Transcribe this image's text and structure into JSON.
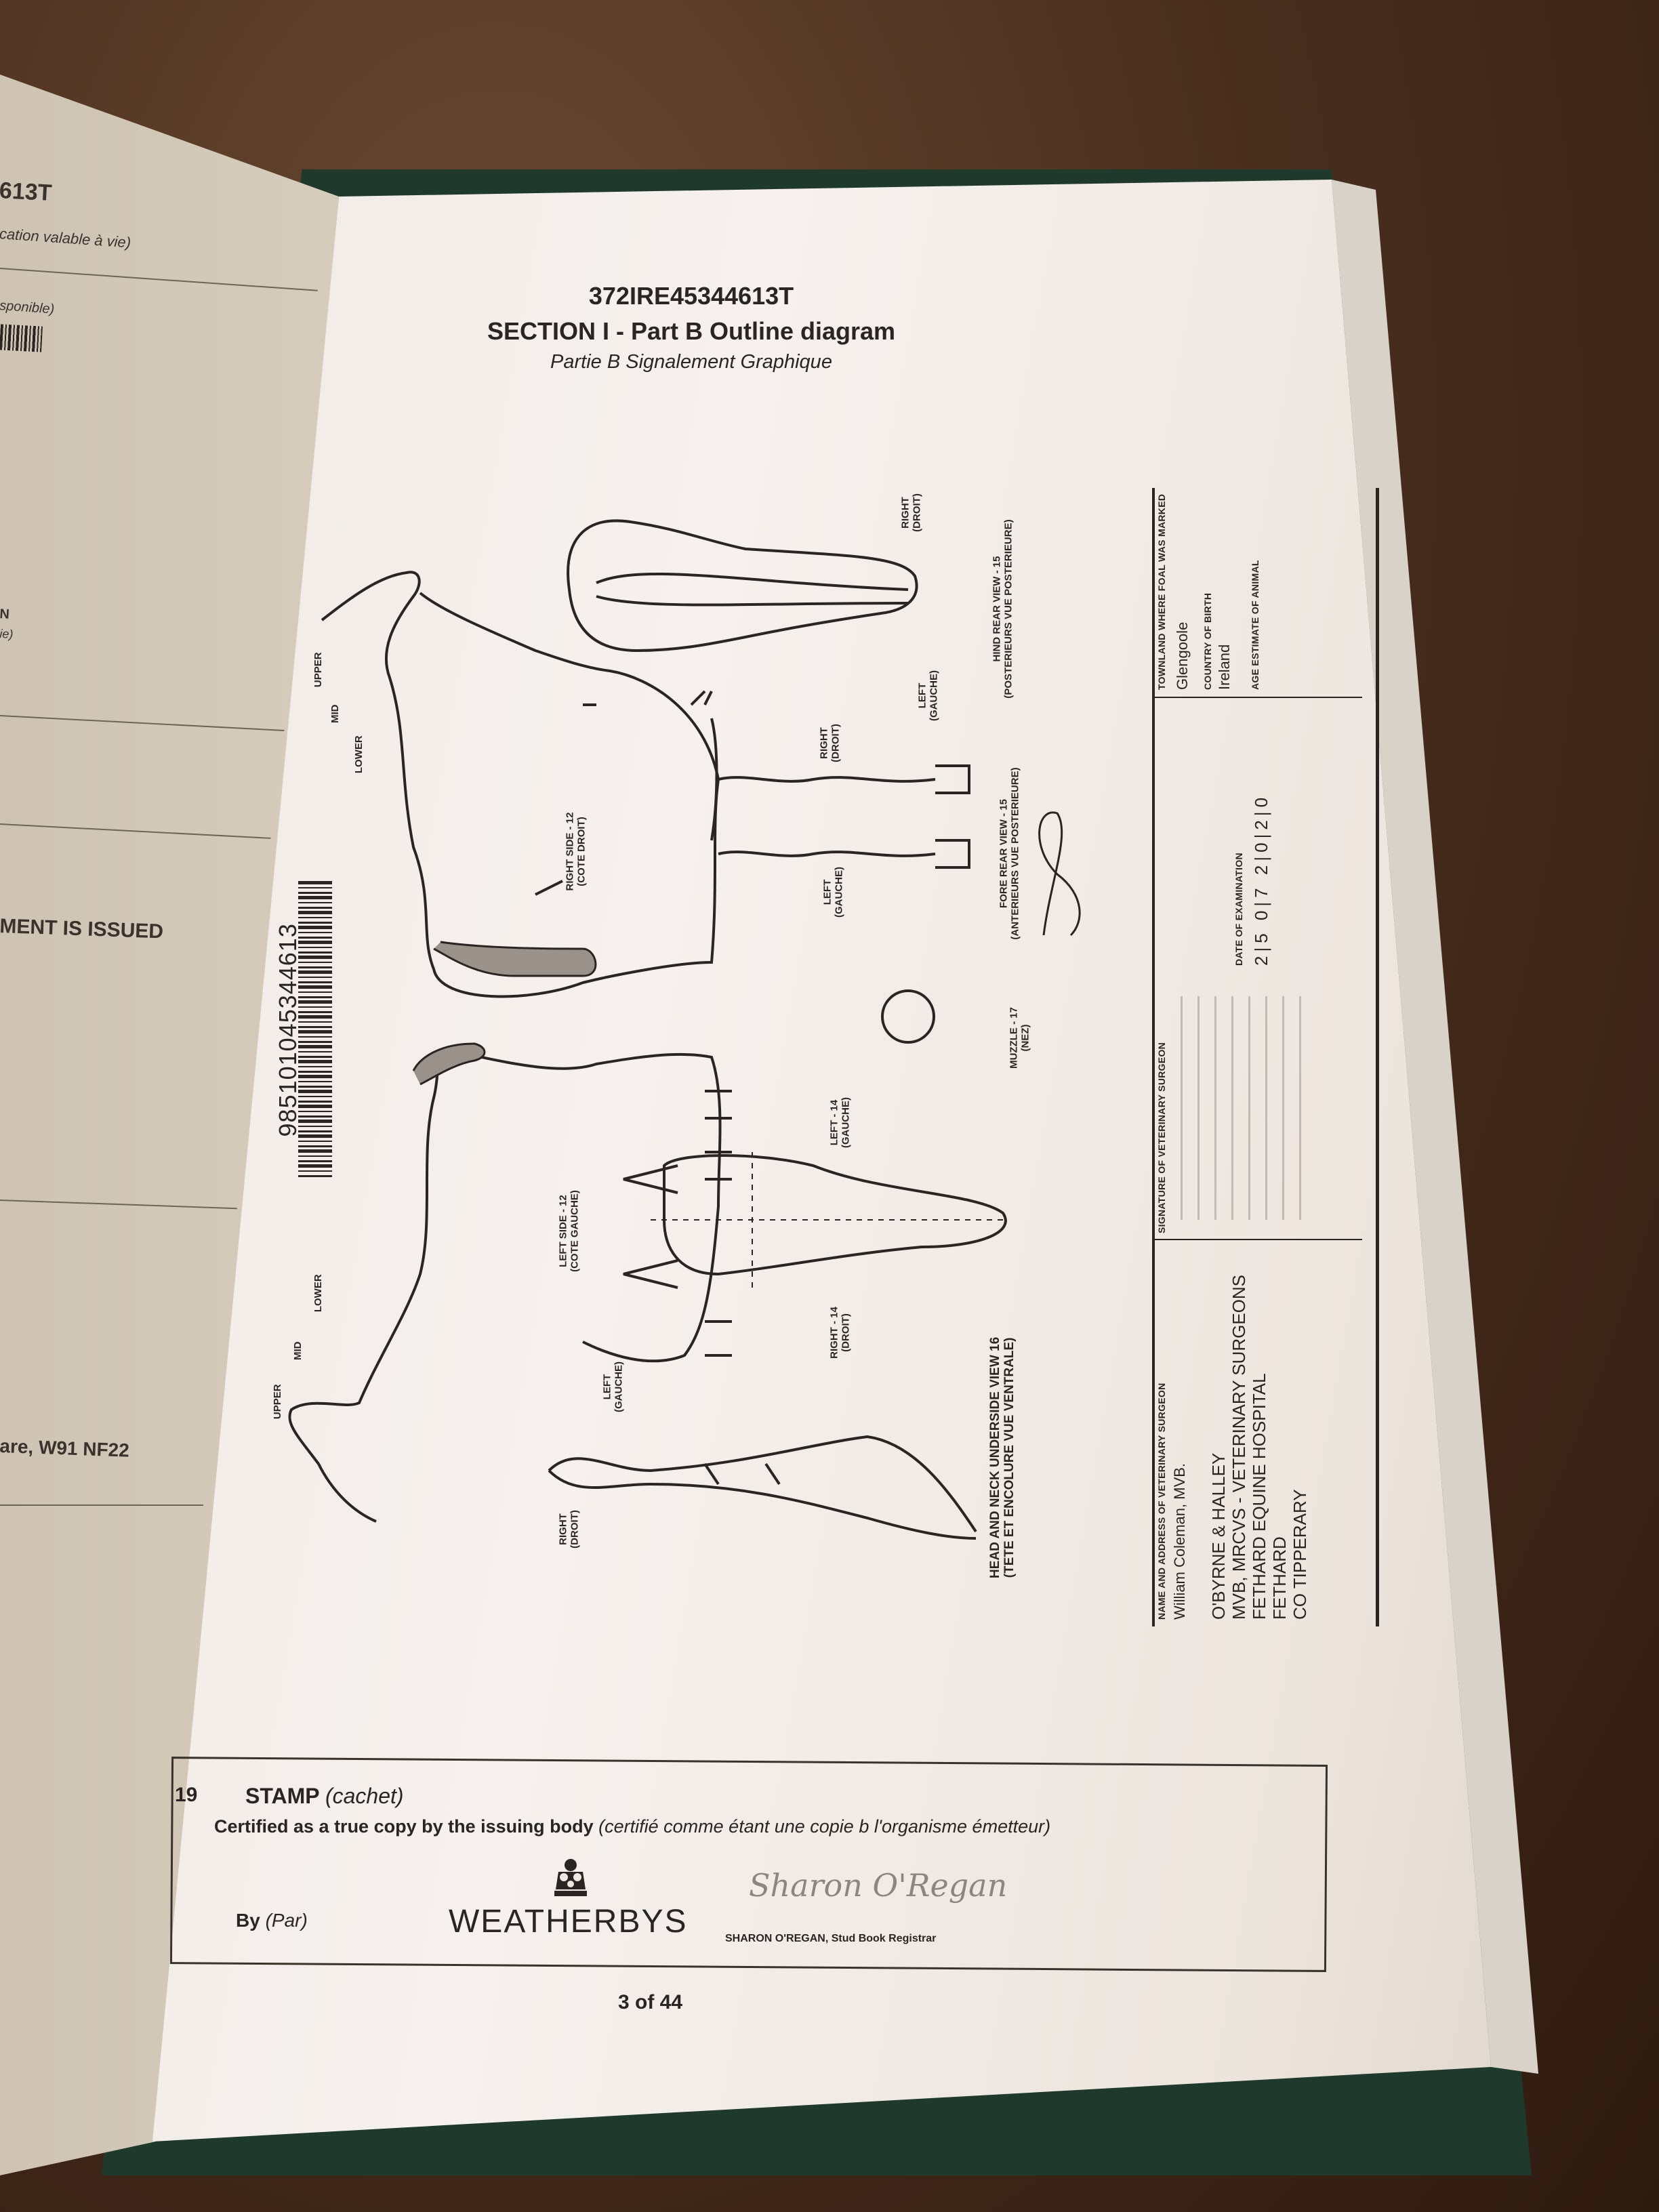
{
  "left_page": {
    "id_fragment": "613T",
    "line2": "cation valable à vie)",
    "line3": "sponible)",
    "line4a": "N",
    "line4b": "ie)",
    "issued": "MENT IS ISSUED",
    "address": "are, W91 NF22"
  },
  "header": {
    "ueln": "372IRE45344613T",
    "title": "SECTION I - Part B Outline diagram",
    "subtitle": "Partie B Signalement Graphique"
  },
  "barcode": {
    "number": "985101045344613"
  },
  "diagram_labels": {
    "upper_r": "UPPER",
    "mid_r": "MID",
    "lower_r": "LOWER",
    "upper_l": "UPPER",
    "mid_l": "MID",
    "lower_l": "LOWER",
    "right_side": "RIGHT SIDE - 12\n(COTE DROIT)",
    "left_side": "LEFT SIDE - 12\n(COTE GAUCHE)",
    "hind_right": "RIGHT\n(DROIT)",
    "hind_left": "LEFT\n(GAUCHE)",
    "hind_rear_view": "HIND REAR VIEW - 15\n(POSTERIEURS VUE POSTERIEURE)",
    "fore_right": "RIGHT\n(DROIT)",
    "fore_left": "LEFT\n(GAUCHE)",
    "fore_rear_view": "FORE REAR VIEW - 15\n(ANTERIEURS VUE POSTERIEURE)",
    "muzzle": "MUZZLE - 17\n(NEZ)",
    "head_left": "LEFT - 14\n(GAUCHE)",
    "head_right": "RIGHT - 14\n(DROIT)",
    "neck_left": "LEFT\n(GAUCHE)",
    "neck_right": "RIGHT\n(DROIT)",
    "head_neck_view": "HEAD AND NECK UNDERSIDE VIEW 16\n(TETE ET ENCOLURE VUE VENTRALE)"
  },
  "vet": {
    "name_label": "NAME AND ADDRESS OF VETERINARY SURGEON",
    "name": "William Coleman, MVB.",
    "address_lines": [
      "O'BYRNE & HALLEY",
      "MVB, MRCVS - VETERINARY SURGEONS",
      "FETHARD EQUINE HOSPITAL",
      "FETHARD",
      "CO TIPPERARY"
    ],
    "signature_label": "SIGNATURE OF VETERINARY SURGEON",
    "date_label": "DATE OF EXAMINATION",
    "date_digits": [
      "2",
      "5",
      "0",
      "7",
      "2",
      "0",
      "2",
      "0"
    ],
    "townland_label": "TOWNLAND WHERE FOAL WAS MARKED",
    "townland": "Glengoole",
    "country_label": "COUNTRY OF BIRTH",
    "country": "Ireland",
    "age_label": "AGE ESTIMATE OF ANIMAL"
  },
  "stamp": {
    "number": "19",
    "title": "STAMP",
    "title_fr": "(cachet)",
    "certified": "Certified as a true copy by the issuing body",
    "certified_fr": "(certifié comme étant une copie b l'organisme émetteur)",
    "by": "By",
    "by_fr": "(Par)",
    "logo_text": "WEATHERBYS",
    "signatory": "SHARON O'REGAN, Stud Book Registrar",
    "signature": "Sharon O'Regan"
  },
  "footer": {
    "page": "3 of 44"
  },
  "colors": {
    "page": "#f3eee9",
    "ink": "#2a2522",
    "cover": "#1f3a2c",
    "wood": "#4a2f1e"
  }
}
